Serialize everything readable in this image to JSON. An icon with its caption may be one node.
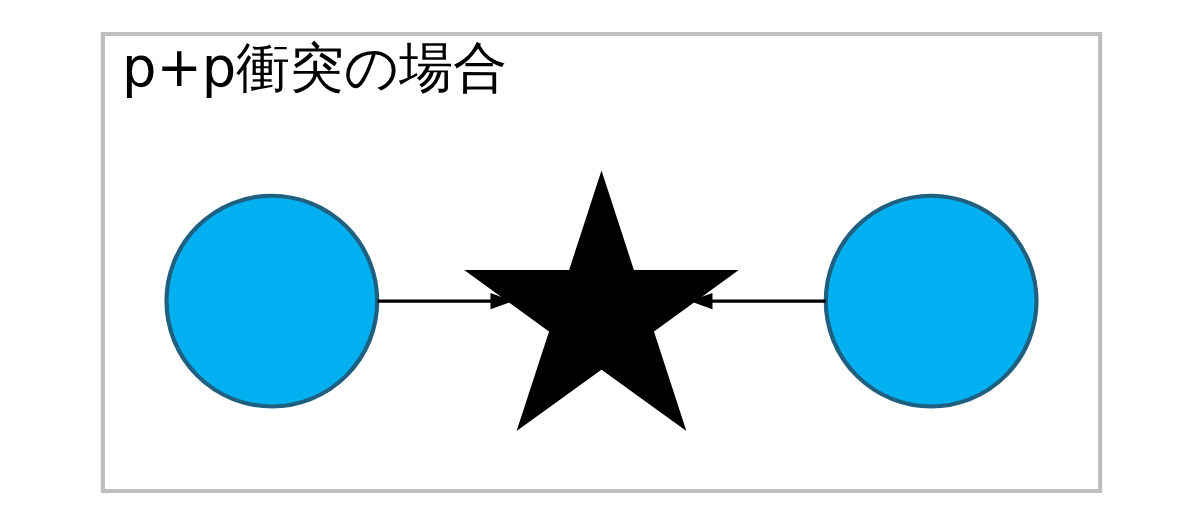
{
  "diagram": {
    "nodes": [
      {
        "text": [
          "p+p衝突の場合"
        ]
      },
      {
        "text": [],
        "shape": "circle",
        "in": 0
      },
      {
        "text": [],
        "shape": "star",
        "in": 0
      },
      {
        "text": [],
        "shape": "circle",
        "in": 0
      }
    ],
    "edges": [
      {
        "from": 1,
        "to": 2,
        "arrow": "to"
      },
      {
        "from": 3,
        "to": 2,
        "arrow": "to"
      }
    ]
  }
}
